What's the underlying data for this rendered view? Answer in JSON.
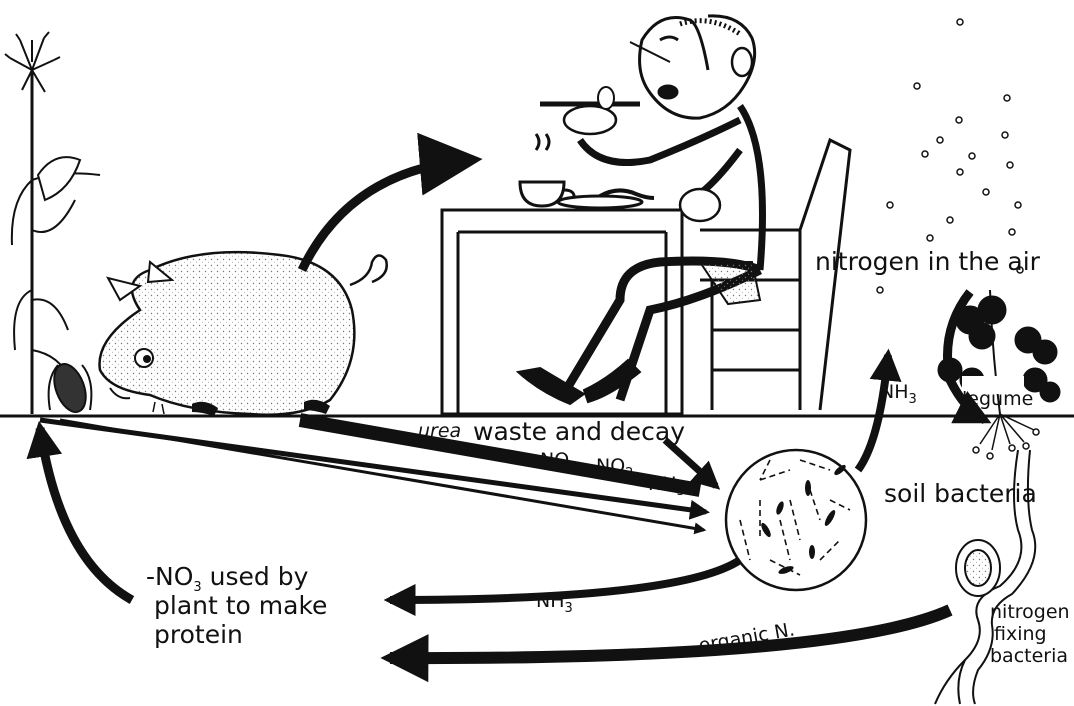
{
  "labels": {
    "nitrogen_air": "nitrogen in the air",
    "legume": "legume",
    "nh3_up_main": "NH",
    "nh3_up_sub": "3",
    "urea": "urea",
    "waste_decay": "waste and decay",
    "no3": "NO",
    "no3_sub": "3",
    "no2": "NO",
    "no2_sub": "2",
    "nh3_mid": "NH",
    "nh3_mid_sub": "3",
    "soil_bacteria": "soil bacteria",
    "nh3_low": "NH",
    "nh3_low_sub": "3",
    "organic_n": "organic N.",
    "plant_line1_prefix": "-NO",
    "plant_line1_sub": "3",
    "plant_line1_suffix": " used  by",
    "plant_line2": "plant to make",
    "plant_line3": "protein",
    "nf_line1": "nitrogen",
    "nf_line2": "fixing",
    "nf_line3": "bacteria"
  },
  "colors": {
    "ink": "#111111",
    "paper": "#ffffff"
  }
}
